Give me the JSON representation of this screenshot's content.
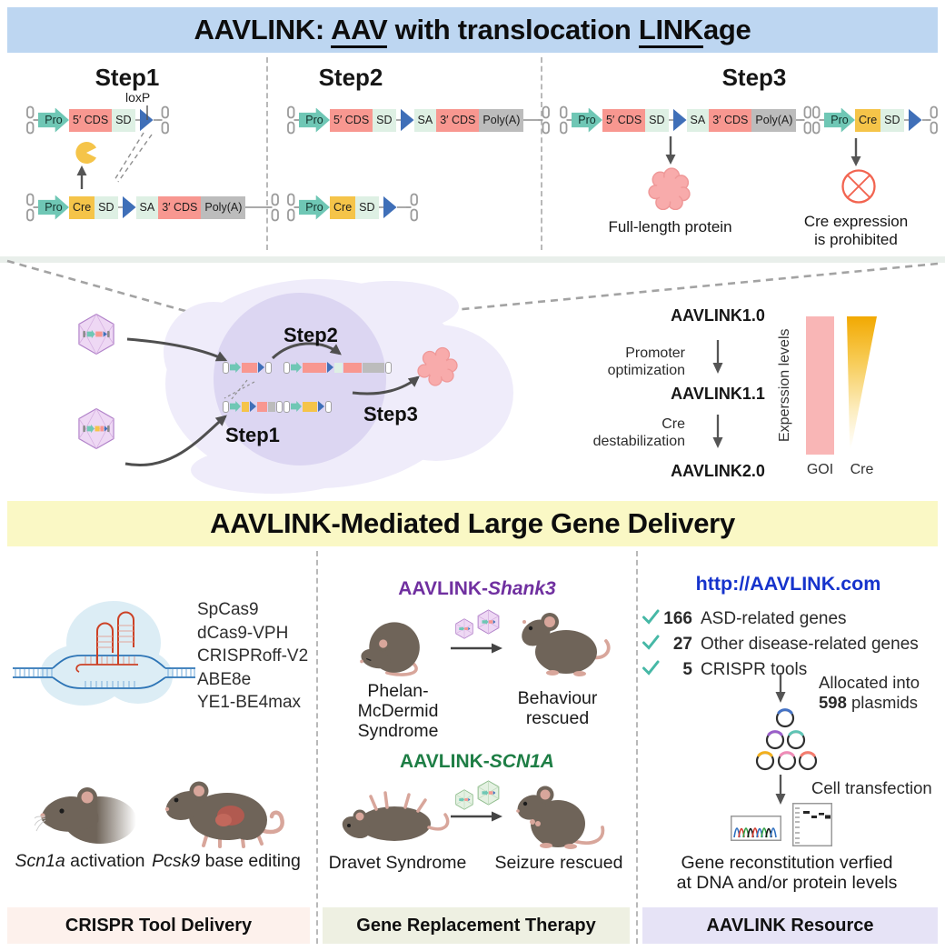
{
  "banners": {
    "top": {
      "prefix": "AAVLINK: ",
      "aav": "AAV",
      "middle": " with translocation ",
      "link": "LINK",
      "suffix": "age"
    },
    "middle_title": "AAVLINK-Mediated Large Gene Delivery"
  },
  "construct": {
    "pro": "Pro",
    "cds5": "5′ CDS",
    "sd": "SD",
    "sa": "SA",
    "cds3": "3′ CDS",
    "polya": "Poly(A)",
    "cre": "Cre",
    "loxp": "loxP"
  },
  "steps": {
    "step1": {
      "title": "Step1"
    },
    "step2": {
      "title": "Step2"
    },
    "step3": {
      "title": "Step3",
      "protein_caption": "Full-length protein",
      "cre_caption1": "Cre expression",
      "cre_caption2": "is prohibited"
    }
  },
  "cell": {
    "step1": "Step1",
    "step2": "Step2",
    "step3": "Step3"
  },
  "versions": {
    "v10": "AAVLINK1.0",
    "v11": "AAVLINK1.1",
    "v20": "AAVLINK2.0",
    "promoter1": "Promoter",
    "promoter2": "optimization",
    "cre1": "Cre",
    "cre2": "destabilization",
    "axis": "Experssion levels",
    "goi": "GOI",
    "cre_bar": "Cre"
  },
  "crispr": {
    "tools": [
      "SpCas9",
      "dCas9-VPH",
      "CRISPRoff-V2",
      "ABE8e",
      "YE1-BE4max"
    ],
    "scn1a_gene": "Scn1a",
    "scn1a_rest": " activation",
    "pcsk9_gene": "Pcsk9",
    "pcsk9_rest": " base editing"
  },
  "shank3": {
    "prefix": "AAVLINK-",
    "gene": "Shank3",
    "left1": "Phelan-McDermid",
    "left2": "Syndrome",
    "right": "Behaviour rescued"
  },
  "scn1a": {
    "prefix": "AAVLINK-",
    "gene": "SCN1A",
    "left": "Dravet Syndrome",
    "right": "Seizure rescued"
  },
  "resource": {
    "url": "http://AAVLINK.com",
    "items": [
      {
        "num": "166",
        "label": "ASD-related genes"
      },
      {
        "num": "27",
        "label": "Other disease-related genes"
      },
      {
        "num": "5",
        "label": "CRISPR tools"
      }
    ],
    "allocated1": "Allocated into",
    "allocated_num": "598",
    "allocated_rest": " plasmids",
    "transfection": "Cell transfection",
    "verify1": "Gene reconstitution verfied",
    "verify2": "at DNA and/or protein levels"
  },
  "footer": {
    "crispr": "CRISPR Tool Delivery",
    "gene": "Gene Replacement Therapy",
    "resource": "AAVLINK Resource"
  },
  "colors": {
    "banner_top": "#bdd6f1",
    "banner_middle": "#faf8c5",
    "promoter_arrow": "#6fc7b5",
    "cds": "#f89790",
    "splice": "#def0e4",
    "cre": "#f5c449",
    "polya": "#bcbcbc",
    "loxp_triangle": "#3f6fb8",
    "goi_bar": "#f9b6b6",
    "cre_wedge": "#f2a902",
    "shank3_heading": "#7030a0",
    "scn1a_heading": "#1e7e45",
    "url_blue": "#1633cc",
    "footer_left": "#fdf1ec",
    "footer_middle": "#eef0e2",
    "footer_right": "#e6e3f6",
    "cell_body": "#efecfa",
    "nucleus": "#dcd6f2",
    "protein": "#f8abab",
    "capsid_purple": "#eed8f4",
    "capsid_green": "#e4f1e2",
    "check_teal": "#46b8a6"
  },
  "icons": {
    "checkmark": "teal check stroke",
    "itr_hairpin": "gray double-loop hairpin",
    "loxp_triangle": "blue right-pointing triangle",
    "cre_pacman": "yellow pacman",
    "aav_capsid": "icosahedral capsid hexagon",
    "prohibited": "red circle with X",
    "down_arrow": "gray down arrow",
    "right_arrow": "gray right arrow"
  }
}
